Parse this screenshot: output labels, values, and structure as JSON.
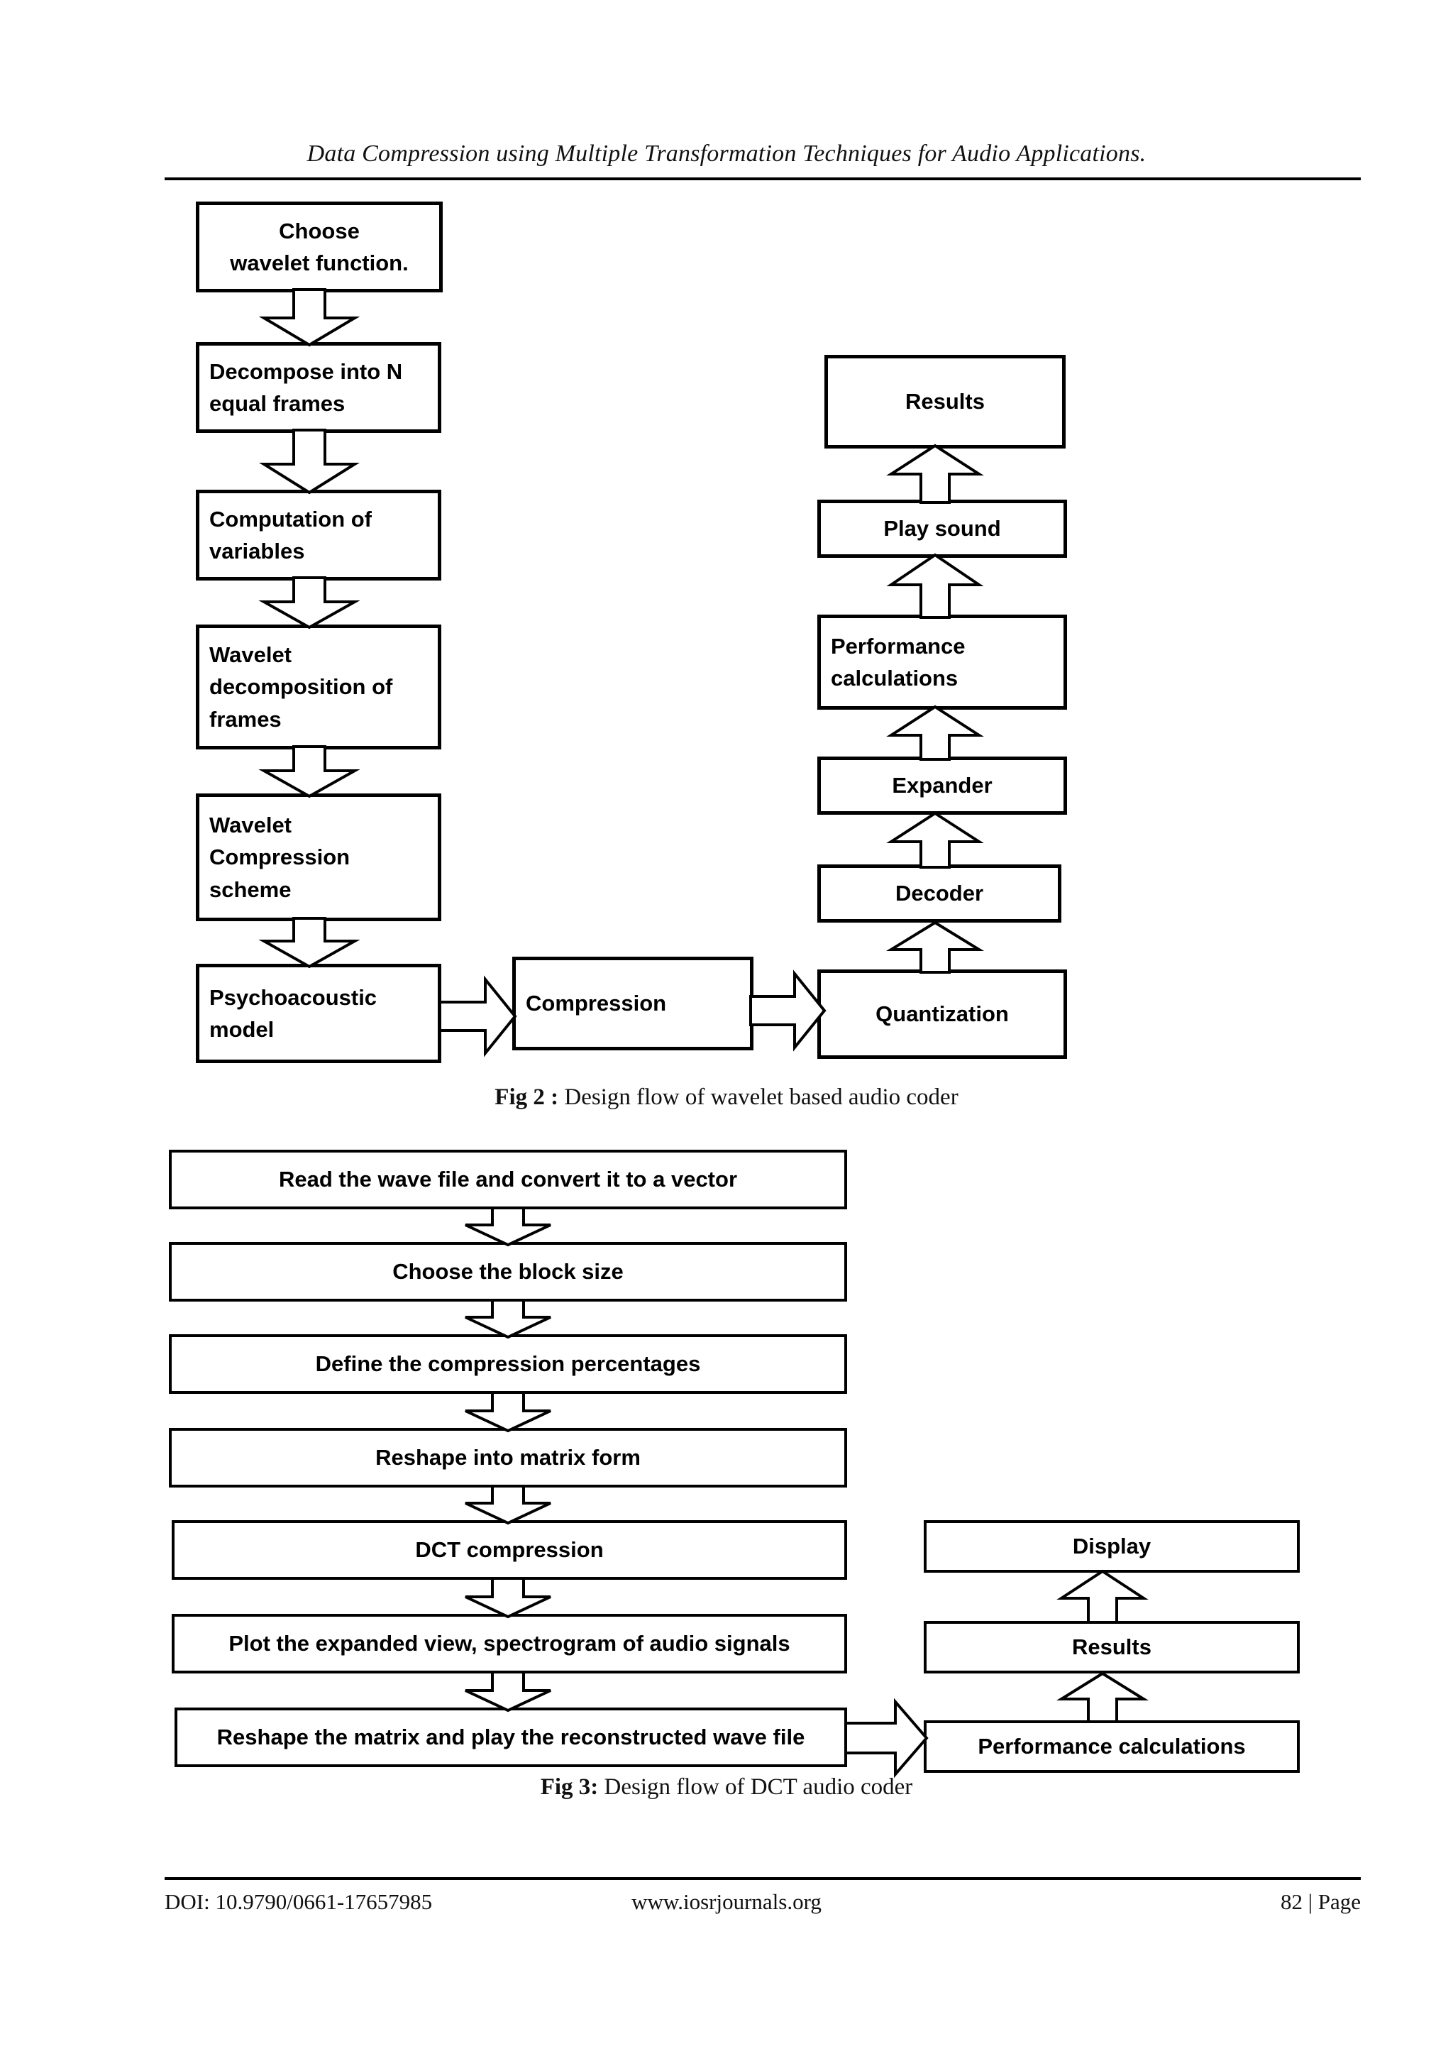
{
  "header": {
    "running_title": "Data Compression using Multiple Transformation Techniques for Audio Applications."
  },
  "footer": {
    "doi": "DOI: 10.9790/0661-17657985",
    "url": "www.iosrjournals.org",
    "page": "82 | Page"
  },
  "figure2": {
    "caption_bold": "Fig 2 :",
    "caption_rest": " Design flow of wavelet based audio coder",
    "left_column": [
      {
        "label": "Choose\nwavelet function."
      },
      {
        "label": "Decompose into N\nequal frames"
      },
      {
        "label": "Computation of\nvariables"
      },
      {
        "label": "Wavelet\ndecomposition of\nframes"
      },
      {
        "label": "Wavelet\nCompression\nscheme"
      },
      {
        "label": "Psychoacoustic\nmodel"
      }
    ],
    "middle": {
      "label": "Compression"
    },
    "right_column": [
      {
        "label": "Results"
      },
      {
        "label": "Play sound"
      },
      {
        "label": "Performance\ncalculations"
      },
      {
        "label": "Expander"
      },
      {
        "label": "Decoder"
      },
      {
        "label": "Quantization"
      }
    ]
  },
  "figure3": {
    "caption_bold": "Fig 3:",
    "caption_rest": " Design flow of DCT audio coder",
    "main_column": [
      {
        "label": "Read the wave file and convert it to a vector"
      },
      {
        "label": "Choose the block size"
      },
      {
        "label": "Define the compression percentages"
      },
      {
        "label": "Reshape into matrix form"
      },
      {
        "label": "DCT compression"
      },
      {
        "label": "Plot the expanded view, spectrogram of audio signals"
      },
      {
        "label": "Reshape the matrix and play  the reconstructed wave file"
      }
    ],
    "side_column": [
      {
        "label": "Display"
      },
      {
        "label": "Results"
      },
      {
        "label": "Performance calculations"
      }
    ]
  }
}
